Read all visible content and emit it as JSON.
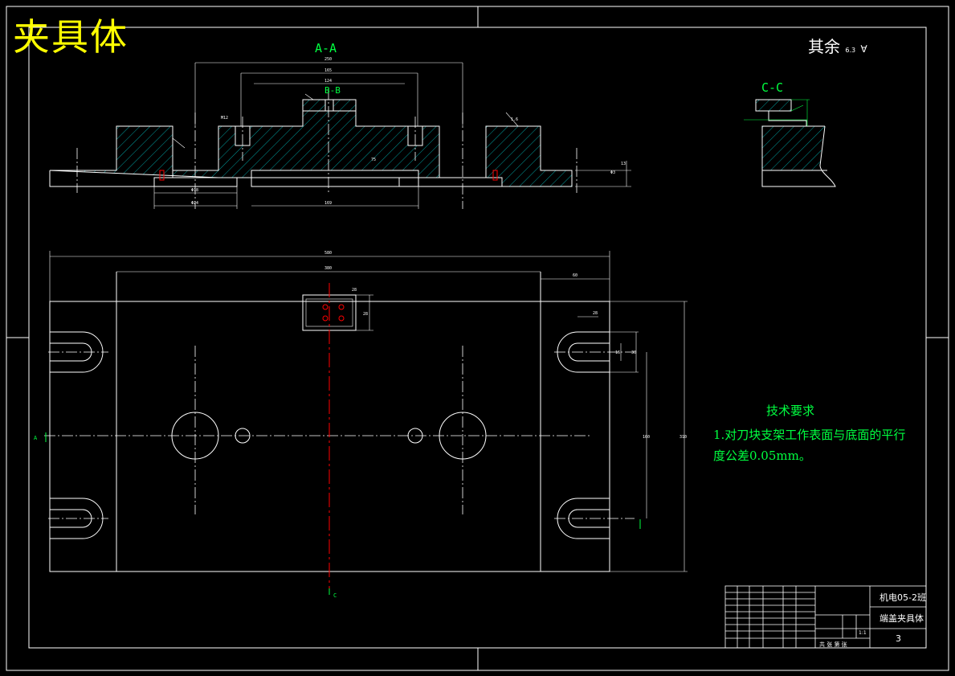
{
  "title": "夹具体",
  "roughness_note": {
    "label": "其余",
    "value": "6.3"
  },
  "sections": {
    "aa": "A-A",
    "bb": "B-B",
    "cc": "C-C",
    "a_marker": "A",
    "c_marker": "C"
  },
  "tech_requirements": {
    "heading": "技术要求",
    "line1": "1.对刀块支架工作表面与底面的平行",
    "line2": "度公差0.05mm。"
  },
  "title_block": {
    "school": "机电05-2班",
    "part_name": "端盖夹具体",
    "drawing_no": "3",
    "scale": "1:1",
    "row_left": "共  张  第  张"
  },
  "colors": {
    "background": "#000000",
    "outline": "#ffffff",
    "hatch": "#00c0c0",
    "dimension": "#00ff40",
    "centerline": "#ffffff",
    "section_line": "#ff0000",
    "title": "#ffff00"
  }
}
